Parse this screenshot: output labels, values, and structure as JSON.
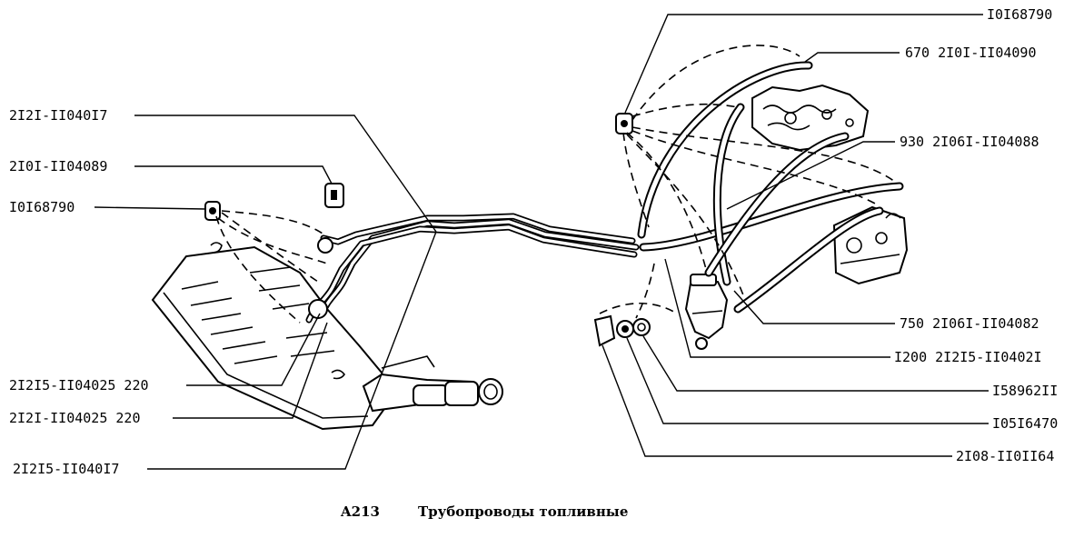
{
  "caption": {
    "code": "A213",
    "title": "Трубопроводы топливные"
  },
  "labels": {
    "l_101_68790_left": "I0I68790",
    "l_2121_1104017": "2I2I-II040I7",
    "l_2101_1104089": "2I0I-II04089",
    "l_21215_1104025": "2I2I5-II04025 220",
    "l_2121_1104025": "2I2I-II04025 220",
    "l_21215_1104017": "2I2I5-II040I7",
    "l_101_68790_right": "I0I68790",
    "l_670": "670 2I0I-II04090",
    "l_930": "930 2I06I-II04088",
    "l_750": "750 2I06I-II04082",
    "l_1200": "I200 2I2I5-II0402I",
    "l_158962": "I58962II",
    "l_105": "I05I6470",
    "l_2108": "2I08-II0II64"
  }
}
